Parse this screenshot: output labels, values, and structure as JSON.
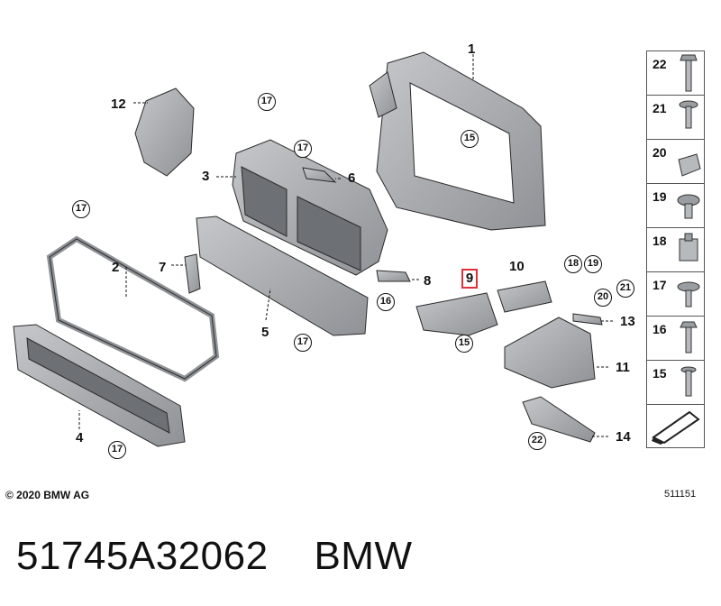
{
  "labels": {
    "l1": "1",
    "l2": "2",
    "l3": "3",
    "l4": "4",
    "l5": "5",
    "l6": "6",
    "l7": "7",
    "l8": "8",
    "l9": "9",
    "l10": "10",
    "l11": "11",
    "l12": "12",
    "l13": "13",
    "l14": "14"
  },
  "callouts": {
    "c15_top": "15",
    "c15_mid": "15",
    "c16": "16",
    "c17_a": "17",
    "c17_b": "17",
    "c17_c": "17",
    "c17_d": "17",
    "c17_e": "17",
    "c18": "18",
    "c19": "19",
    "c20": "20",
    "c21": "21",
    "c22": "22"
  },
  "sidebar": [
    {
      "num": "22",
      "icon": "long-bolt-icon"
    },
    {
      "num": "21",
      "icon": "screw-washer-icon"
    },
    {
      "num": "20",
      "icon": "clip-nut-icon"
    },
    {
      "num": "19",
      "icon": "expanding-rivet-icon"
    },
    {
      "num": "18",
      "icon": "spring-nut-icon"
    },
    {
      "num": "17",
      "icon": "hex-screw-flange-icon"
    },
    {
      "num": "16",
      "icon": "hex-bolt-icon"
    },
    {
      "num": "15",
      "icon": "rivet-icon"
    },
    {
      "num": "",
      "icon": "arrow-reference-icon"
    }
  ],
  "copyright": "© 2020 BMW AG",
  "image_ref": "511151",
  "footer": "51745A32062    BMW",
  "colors": {
    "highlight": "#e0303a",
    "part_fill": "#a9acaf",
    "part_stroke": "#2a2a2a"
  }
}
